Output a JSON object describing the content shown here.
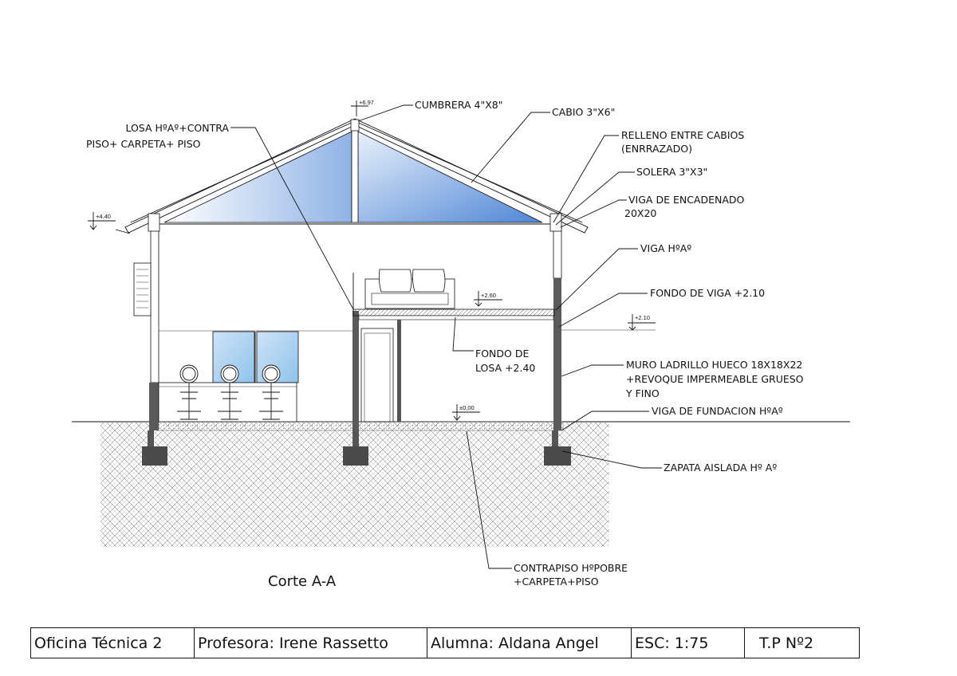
{
  "drawing": {
    "title": "Corte A-A",
    "labels": {
      "cumbrera": "CUMBRERA 4\"X8\"",
      "cabio": "CABIO 3\"X6\"",
      "relleno_1": "RELLENO ENTRE CABIOS",
      "relleno_2": "(ENRRAZADO)",
      "solera": "SOLERA 3\"X3\"",
      "viga_enc_1": "VIGA DE ENCADENADO",
      "viga_enc_2": "20X20",
      "losa_1": "LOSA HºAº+CONTRA",
      "losa_2": "PISO+ CARPETA+ PISO",
      "viga_ha": "VIGA HºAº",
      "fondo_viga": "FONDO DE VIGA +2.10",
      "fondo_losa_1": "FONDO DE",
      "fondo_losa_2": "LOSA +2.40",
      "muro_1": "MURO LADRILLO HUECO 18X18X22",
      "muro_2": "+REVOQUE IMPERMEABLE GRUESO",
      "muro_3": "Y FINO",
      "viga_fund": "VIGA DE FUNDACION HºAº",
      "zapata": "ZAPATA AISLADA Hº Aº",
      "contrapiso_1": "CONTRAPISO HºPOBRE",
      "contrapiso_2": "+CARPETA+PISO"
    },
    "levels": {
      "ridge": "+6.97",
      "eave": "+4.40",
      "mezzanine": "+2.60",
      "beam": "+2.10",
      "floor": "±0,00"
    }
  },
  "title_block": {
    "course": "Oficina Técnica 2",
    "teacher": "Profesora: Irene Rassetto",
    "student": "Alumna: Aldana Angel",
    "scale": "ESC: 1:75",
    "tp": "T.P Nº2"
  }
}
